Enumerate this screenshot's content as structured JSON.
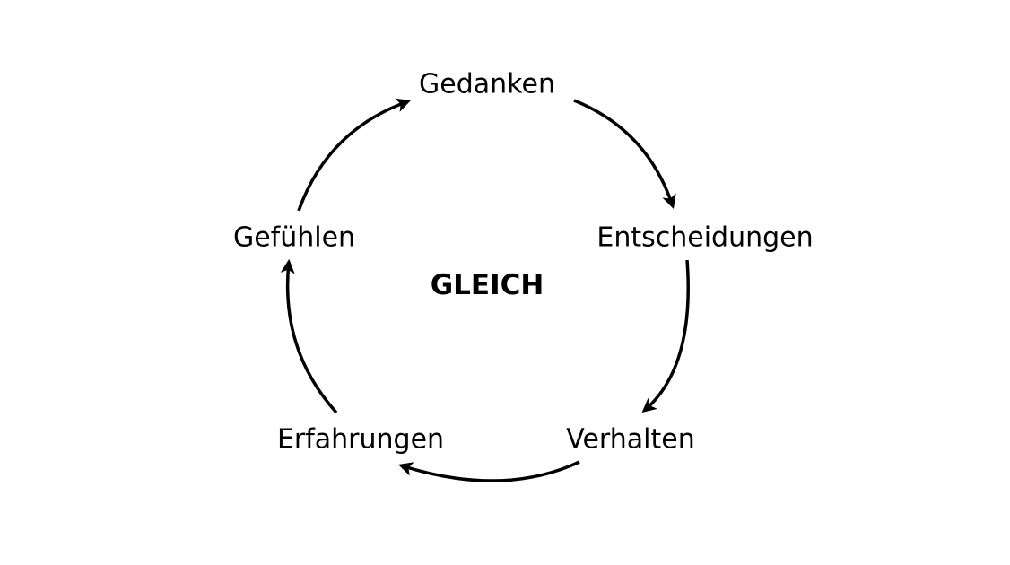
{
  "diagram": {
    "center": "GLEICH",
    "nodes": [
      "Gedanken",
      "Entscheidungen",
      "Verhalten",
      "Erfahrungen",
      "Gefühlen"
    ],
    "line_color": "#000000"
  }
}
